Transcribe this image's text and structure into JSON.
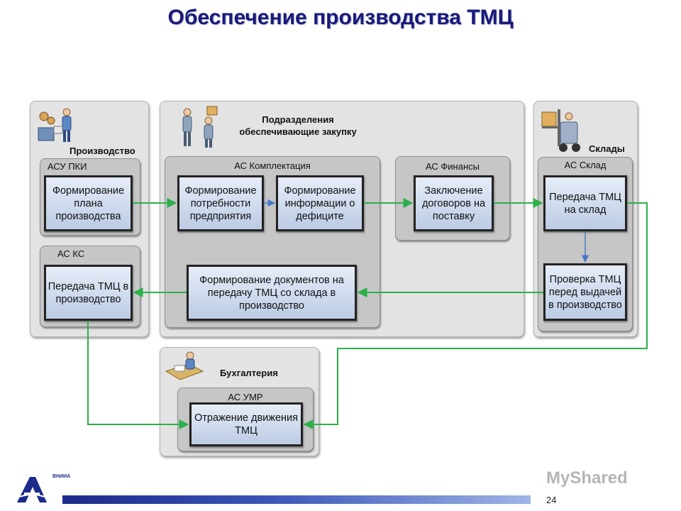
{
  "title": "Обеспечение производства ТМЦ",
  "groups": {
    "production": "Производство",
    "procurement": "Подразделения обеспечивающие закупку",
    "warehouses": "Склады",
    "accounting": "Бухгалтерия"
  },
  "systems": {
    "asu_pki": "АСУ ПКИ",
    "as_ks": "АС КС",
    "as_komplektaciya": "АС Комплектация",
    "as_finansy": "АС Финансы",
    "as_sklad": "АС Склад",
    "as_umr": "АС УМР"
  },
  "processes": {
    "plan": "Формирование плана производства",
    "transfer_prod": "Передача ТМЦ в производство",
    "need": "Формирование потребности предприятия",
    "deficit": "Формирование информации о дефиците",
    "contracts": "Заключение договоров на поставку",
    "docs": "Формирование документов на передачу ТМЦ со склада в производство",
    "to_warehouse": "Передача ТМЦ на склад",
    "check": "Проверка ТМЦ перед выдачей в производство",
    "reflect": "Отражение движения ТМЦ"
  },
  "colors": {
    "flow_arrow": "#2bb04a",
    "internal_arrow": "#4a78c8",
    "title": "#1a1a7a"
  },
  "icons": [
    "factory-workers-icon",
    "procurement-people-icon",
    "forklift-icon",
    "accountant-icon"
  ],
  "footer": {
    "page_number": "24",
    "watermark": "MyShared",
    "logo_text": "ВНИИА"
  }
}
